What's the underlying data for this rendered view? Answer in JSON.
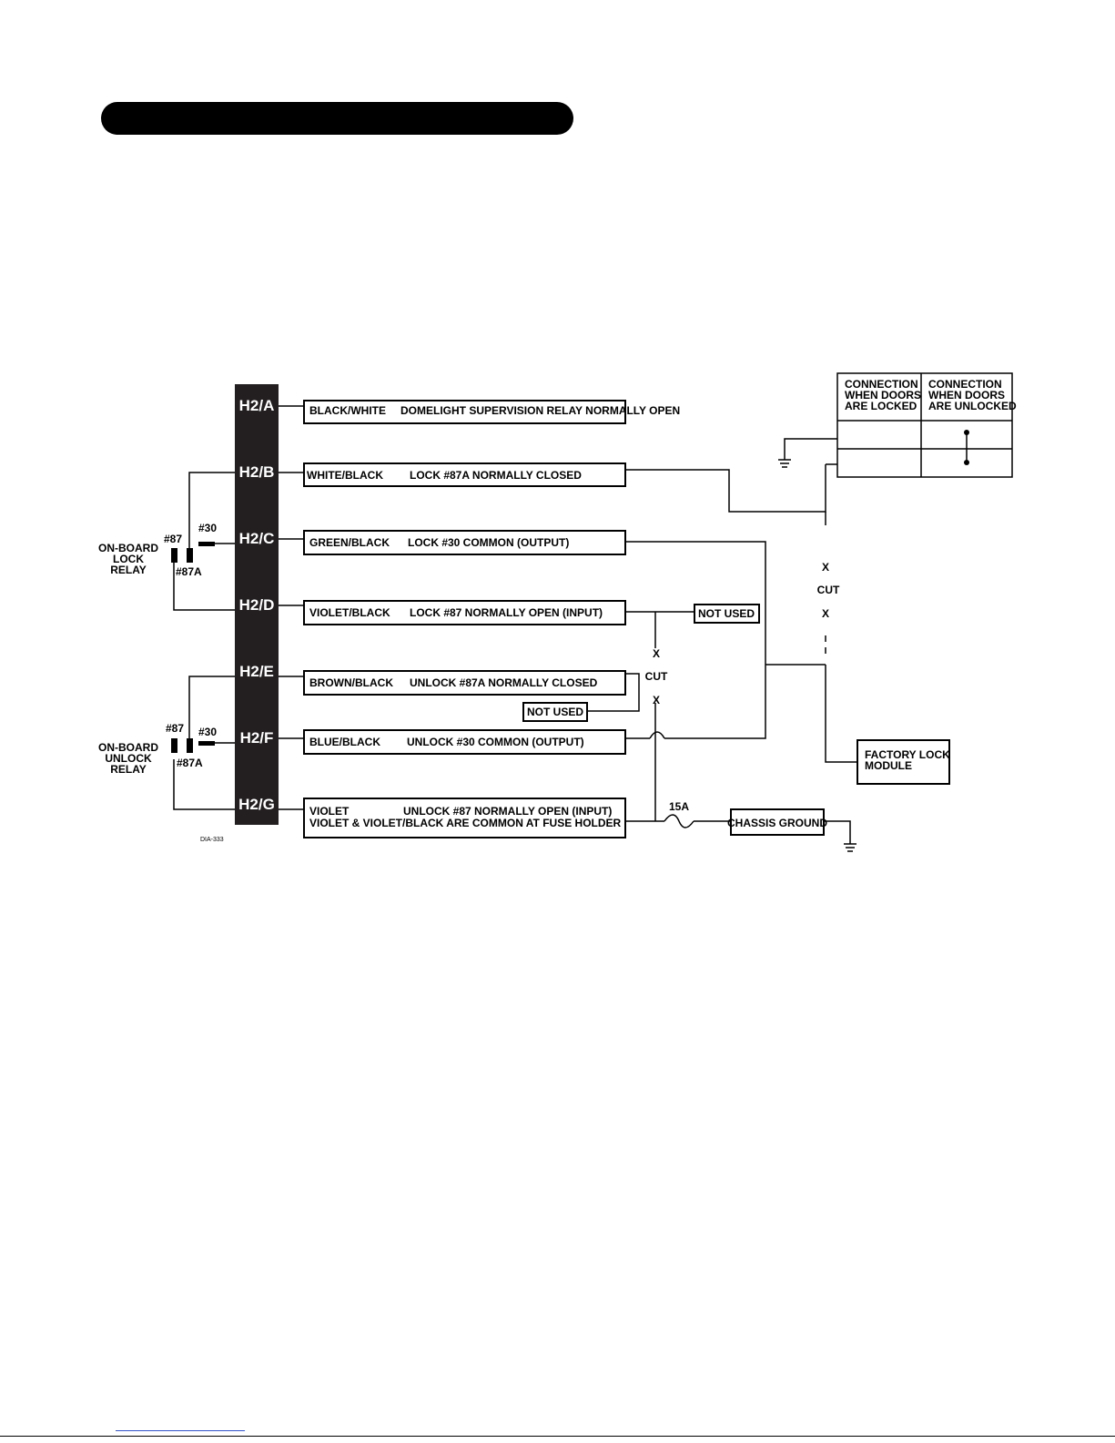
{
  "connector": {
    "pins": [
      {
        "id": "H2/A",
        "wire": "BLACK/WHITE",
        "function": "DOMELIGHT SUPERVISION RELAY NORMALLY OPEN"
      },
      {
        "id": "H2/B",
        "wire": "WHITE/BLACK",
        "function": "LOCK #87A NORMALLY CLOSED"
      },
      {
        "id": "H2/C",
        "wire": "GREEN/BLACK",
        "function": "LOCK #30 COMMON (OUTPUT)"
      },
      {
        "id": "H2/D",
        "wire": "VIOLET/BLACK",
        "function": "LOCK #87 NORMALLY OPEN (INPUT)"
      },
      {
        "id": "H2/E",
        "wire": "BROWN/BLACK",
        "function": "UNLOCK #87A NORMALLY CLOSED"
      },
      {
        "id": "H2/F",
        "wire": "BLUE/BLACK",
        "function": "UNLOCK #30 COMMON (OUTPUT)"
      },
      {
        "id": "H2/G",
        "wire": "VIOLET",
        "function": "UNLOCK #87 NORMALLY OPEN (INPUT)",
        "note": "VIOLET & VIOLET/BLACK ARE COMMON AT FUSE HOLDER"
      }
    ]
  },
  "relays": {
    "lock": {
      "label_lines": [
        "ON-BOARD",
        "LOCK",
        "RELAY"
      ],
      "pin87": "#87",
      "pin30": "#30",
      "pin87a": "#87A"
    },
    "unlock": {
      "label_lines": [
        "ON-BOARD",
        "UNLOCK",
        "RELAY"
      ],
      "pin87": "#87",
      "pin30": "#30",
      "pin87a": "#87A"
    }
  },
  "truth_table": {
    "col1_lines": [
      "CONNECTION",
      "WHEN DOORS",
      "ARE LOCKED"
    ],
    "col2_lines": [
      "CONNECTION",
      "WHEN DOORS",
      "ARE UNLOCKED"
    ]
  },
  "annotations": {
    "not_used_1": "NOT USED",
    "not_used_2": "NOT USED",
    "cut": "CUT",
    "x_mark": "X",
    "fuse": "15A",
    "chassis_ground": "CHASSIS GROUND",
    "factory_module_lines": [
      "FACTORY LOCK",
      "MODULE"
    ],
    "figure_id": "DIA-333"
  }
}
